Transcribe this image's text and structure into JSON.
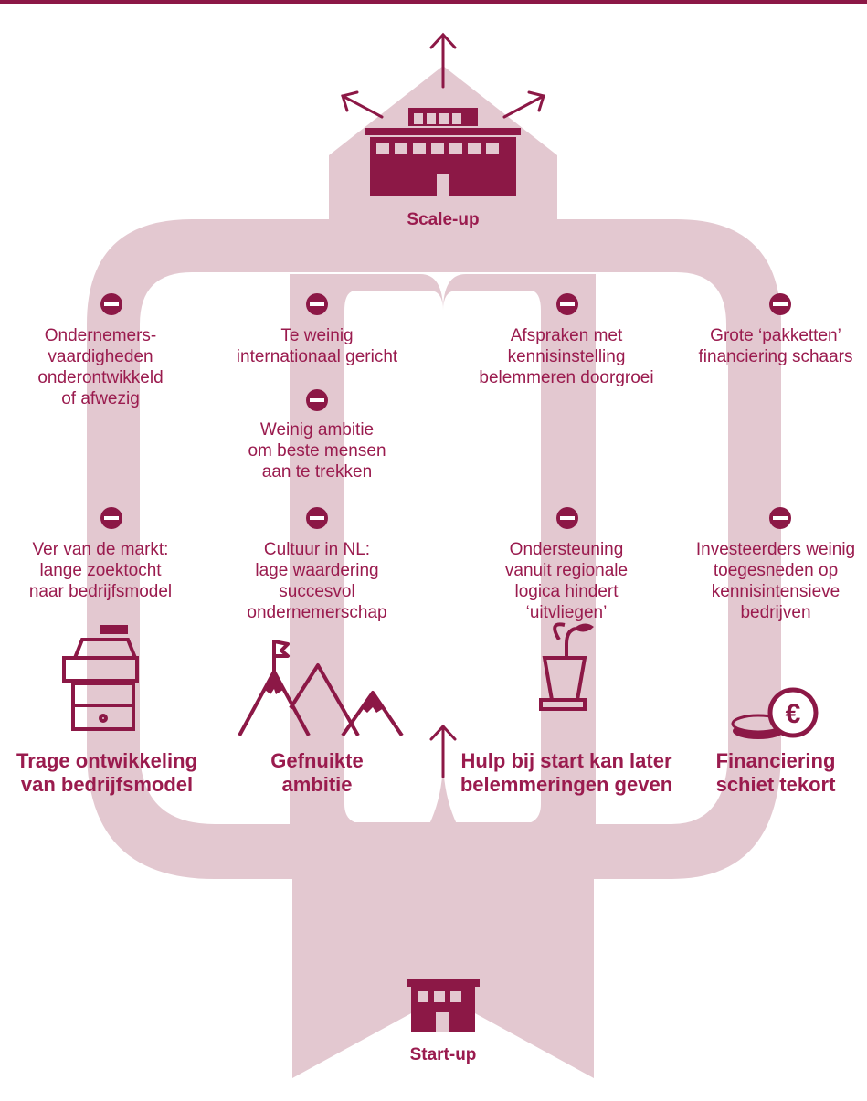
{
  "colors": {
    "accent": "#8c1846",
    "path": "#e3c8d0",
    "text": "#9a1b4e"
  },
  "nodes": {
    "top": "Scale-up",
    "bottom": "Start-up"
  },
  "columns": [
    {
      "obstacles": [
        "Ondernemers-\nvaardigheden\nonderontwikkeld\nof afwezig",
        "Ver van de markt:\nlange zoektocht\nnaar bedrijfsmodel"
      ],
      "icon": "shop-icon",
      "title": "Trage ontwikkeling\nvan bedrijfsmodel"
    },
    {
      "obstacles": [
        "Te weinig\ninternationaal gericht",
        "Weinig ambitie\nom beste mensen\naan te trekken",
        "Cultuur in NL:\nlage waardering\nsuccesvol\nondernemerschap"
      ],
      "icon": "mountain-icon",
      "title": "Gefnuikte\nambitie"
    },
    {
      "obstacles": [
        "Afspraken met\nkennisinstelling\nbelemmeren doorgroei",
        "Ondersteuning\nvanuit regionale\nlogica hindert\n‘uitvliegen’"
      ],
      "icon": "plant-pot-icon",
      "title": "Hulp bij start kan later\nbelemmeringen geven"
    },
    {
      "obstacles": [
        "Grote ‘pakketten’\nfinanciering schaars",
        "Investeerders weinig\ntoegesneden op\nkennisintensieve\nbedrijven"
      ],
      "icon": "euro-coins-icon",
      "title": "Financiering\nschiet tekort"
    }
  ]
}
